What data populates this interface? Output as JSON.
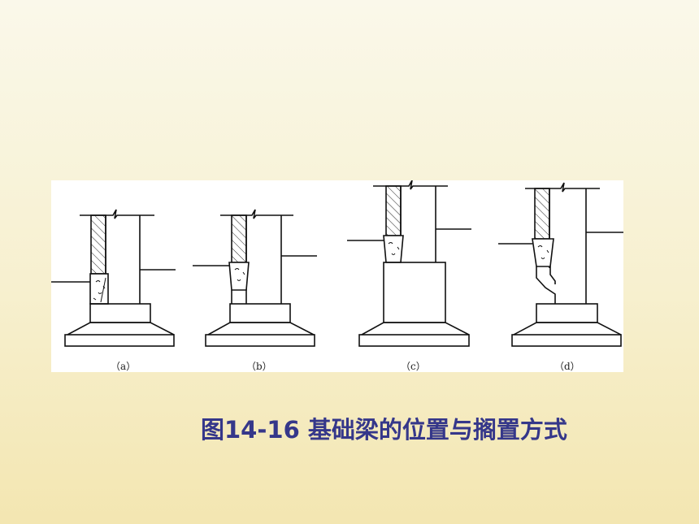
{
  "figure": {
    "labels": [
      "（a）",
      "（b）",
      "（c）",
      "（d）"
    ]
  },
  "caption": "图14-16  基础梁的位置与搁置方式"
}
